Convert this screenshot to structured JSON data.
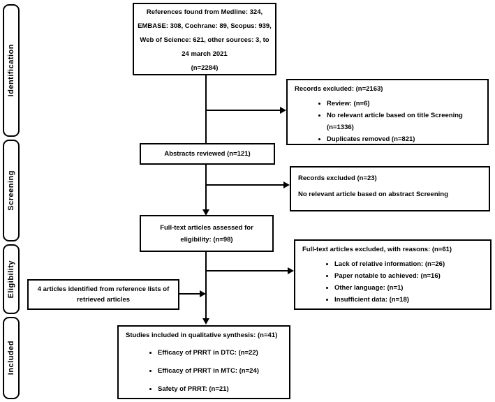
{
  "sidebar": {
    "stages": [
      {
        "label": "Identification"
      },
      {
        "label": "Screening"
      },
      {
        "label": "Eligibility"
      },
      {
        "label": "Included"
      }
    ]
  },
  "boxes": {
    "references": {
      "lines": [
        "References found from Medline: 324,",
        "EMBASE: 308, Cochrane: 89, Scopus: 939,",
        "Web of Science: 621, other sources: 3, to",
        "24 march 2021",
        "(n=2284)"
      ]
    },
    "records_excluded_title": {
      "title": "Records excluded: (n=2163)",
      "bullets": [
        "Review: (n=6)",
        "No relevant article based on title Screening (n=1336)",
        "Duplicates removed (n=821)"
      ]
    },
    "abstracts": {
      "text": "Abstracts reviewed (n=121)"
    },
    "records_excluded_abstract": {
      "title": "Records excluded (n=23)",
      "subtitle": "No relevant article based on abstract Screening"
    },
    "fulltext": {
      "lines": [
        "Full-text articles assessed for",
        "eligibility: (n=98)"
      ]
    },
    "fulltext_excluded": {
      "title": "Full-text articles excluded, with reasons: (n=61)",
      "bullets": [
        "Lack of relative information: (n=26)",
        "Paper notable to achieved: (n=16)",
        "Other language: (n=1)",
        "Insufficient data: (n=18)"
      ]
    },
    "reference_articles": {
      "lines": [
        "4 articles identified from reference lists of",
        "retrieved articles"
      ]
    },
    "studies": {
      "title": "Studies included in qualitative synthesis: (n=41)",
      "bullets": [
        "Efficacy of PRRT in DTC: (n=22)",
        "Efficacy of PRRT in MTC: (n=24)",
        "Safety of PRRT: (n=21)"
      ]
    }
  },
  "colors": {
    "border": "#000000",
    "background": "#ffffff",
    "text": "#000000"
  }
}
